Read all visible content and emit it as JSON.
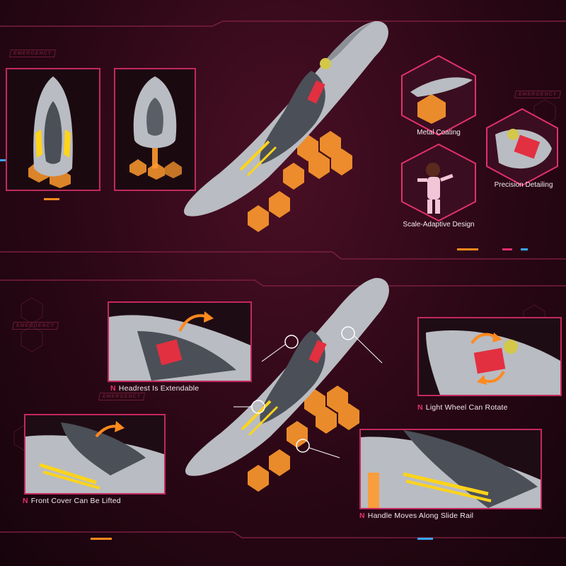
{
  "watermark": "EMERGENCY",
  "top_section": {
    "features": [
      {
        "label": "Metal Coating",
        "icon": "metal-coating-detail-image"
      },
      {
        "label": "Precision Detailing",
        "icon": "precision-detailing-detail-image"
      },
      {
        "label": "Scale-Adaptive Design",
        "icon": "scale-adaptive-figure-image"
      }
    ]
  },
  "bottom_section": {
    "callouts": [
      {
        "label": "Headrest Is Extendable"
      },
      {
        "label": "Light Wheel Can Rotate"
      },
      {
        "label": "Front Cover Can Be Lifted"
      },
      {
        "label": "Handle Moves Along Slide Rail"
      }
    ],
    "bullet_glyph": "N"
  },
  "colors": {
    "accent_pink": "#e2306b",
    "accent_orange": "#ff8a1e",
    "accent_blue": "#38a6ff",
    "hull_silver": "#b9bcc2",
    "stand_orange": "#ff9a2e",
    "background": "#2a0715"
  }
}
